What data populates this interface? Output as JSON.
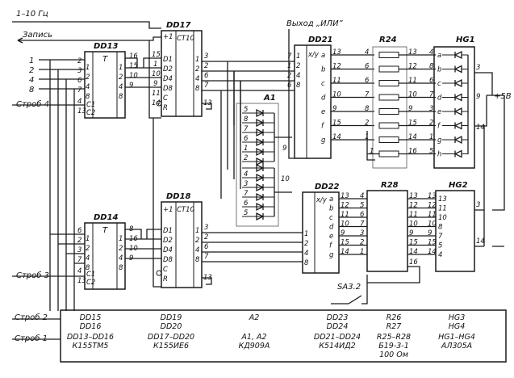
{
  "inputs": {
    "freq": "1–10 Гц",
    "write": "Запись",
    "lines": [
      "1",
      "2",
      "4",
      "8"
    ],
    "strobe4": "Строб 4",
    "strobe3": "Строб 3",
    "strobe2": "Строб 2",
    "strobe1": "Строб 1"
  },
  "chips": {
    "dd13": {
      "name": "DD13",
      "type": "T"
    },
    "dd14": {
      "name": "DD14",
      "type": "T"
    },
    "dd17": {
      "name": "DD17",
      "type": "CT10"
    },
    "dd18": {
      "name": "DD18",
      "type": "CT10"
    },
    "dd21": {
      "name": "DD21",
      "type": "x/y"
    },
    "dd22": {
      "name": "DD22",
      "type": "x/y"
    },
    "a1": {
      "name": "A1"
    },
    "r24": {
      "name": "R24"
    },
    "r28": {
      "name": "R28"
    },
    "hg1": {
      "name": "HG1"
    },
    "hg2": {
      "name": "HG2"
    }
  },
  "output_label": "Выход „ИЛИ”",
  "supply": "+5В",
  "switch": "SA3.2",
  "seg_letters": [
    "a",
    "b",
    "c",
    "d",
    "e",
    "f",
    "g",
    "h"
  ],
  "counter_pins": [
    "+1",
    "D1",
    "D2",
    "D4",
    "D8",
    "C",
    "R"
  ],
  "legend": [
    {
      "ref": "DD15\nDD16",
      "val": "DD13–DD16\nК155ТМ5"
    },
    {
      "ref": "DD19\nDD20",
      "val": "DD17–DD20\nК155ИЕ6"
    },
    {
      "ref": "A2",
      "val": "A1, A2\nКД909А"
    },
    {
      "ref": "DD23\nDD24",
      "val": "DD21–DD24\nК514ИД2"
    },
    {
      "ref": "R26\nR27",
      "val": "R25–R28\nБ19-3-1\n100 Ом"
    },
    {
      "ref": "HG3\nHG4",
      "val": "HG1–HG4\nАЛ305А"
    }
  ]
}
